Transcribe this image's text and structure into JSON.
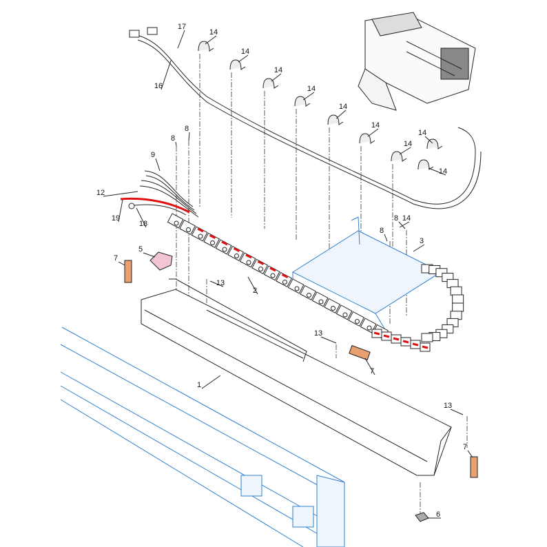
{
  "diagram": {
    "title": "Cable carrier assembly exploded view",
    "colors": {
      "line": "#222222",
      "frame": "#2d7fd0",
      "cable_red": "#e01010",
      "stopper": "#e8a070",
      "cover": "#f2c4d6",
      "chain_mark": "#e01010"
    },
    "part_labels": [
      "17",
      "16",
      "14",
      "14",
      "14",
      "14",
      "14",
      "14",
      "14",
      "14",
      "14",
      "14",
      "8",
      "8",
      "9",
      "12",
      "19",
      "18",
      "5",
      "7",
      "2",
      "13",
      "3",
      "8",
      "8",
      "1",
      "13",
      "7",
      "13",
      "7",
      "6"
    ]
  }
}
